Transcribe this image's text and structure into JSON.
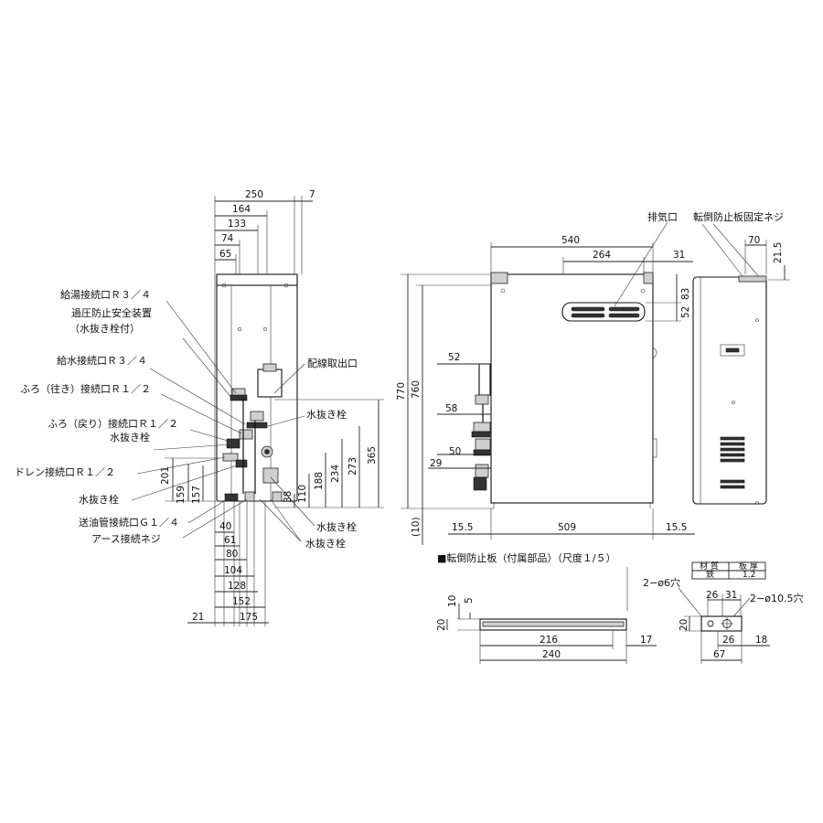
{
  "left_labels": {
    "hot_water": "給湯接続口Ｒ３／４",
    "safety_1": "過圧防止安全装置",
    "safety_2": "（水抜き栓付）",
    "supply": "給水接続口Ｒ３／４",
    "bath_out": "ふろ（往き）接続口Ｒ１／２",
    "bath_return": "ふろ（戻り）接続口Ｒ１／２",
    "drain_plug_1": "水抜き栓",
    "drain": "ドレン接続口Ｒ１／２",
    "drain_plug_2": "水抜き栓",
    "oil": "送油管接続口Ｇ１／４",
    "earth": "アース接続ネジ",
    "wiring": "配線取出口",
    "drain_plug_3": "水抜き栓",
    "drain_plug_4": "水抜き栓",
    "drain_plug_5": "水抜き栓"
  },
  "side_dims": {
    "top": [
      "250",
      "7",
      "164",
      "133",
      "74",
      "65"
    ],
    "bottom": [
      "40",
      "61",
      "80",
      "104",
      "128",
      "152",
      "21",
      "175"
    ],
    "left_vertical": [
      "201",
      "159",
      "157"
    ],
    "right_vertical": [
      "365",
      "273",
      "234",
      "188",
      "110",
      "38"
    ]
  },
  "front_dims": {
    "top": [
      "540",
      "264",
      "31"
    ],
    "right_vertical": [
      "83",
      "52"
    ],
    "height": [
      "770",
      "760"
    ],
    "inner": [
      "52",
      "58",
      "50",
      "29"
    ],
    "bottom": [
      "(10)",
      "15.5",
      "509",
      "15.5"
    ]
  },
  "right_view": {
    "exhaust": "排気口",
    "anchor_screw": "転倒防止板固定ネジ",
    "dims": [
      "70",
      "21.5"
    ]
  },
  "plate": {
    "title": "■転倒防止板（付属部品）（尺度１/５）",
    "dims": [
      "10",
      "5",
      "20",
      "216",
      "240",
      "17"
    ],
    "holes_small": "2−ø6穴",
    "holes_large": "2−ø10.5穴",
    "end_dims": [
      "26",
      "31",
      "26",
      "20",
      "18",
      "67"
    ]
  },
  "spec_table": {
    "headers": [
      "材 質",
      "板 厚"
    ],
    "row": [
      "鉄",
      "1.2"
    ]
  }
}
